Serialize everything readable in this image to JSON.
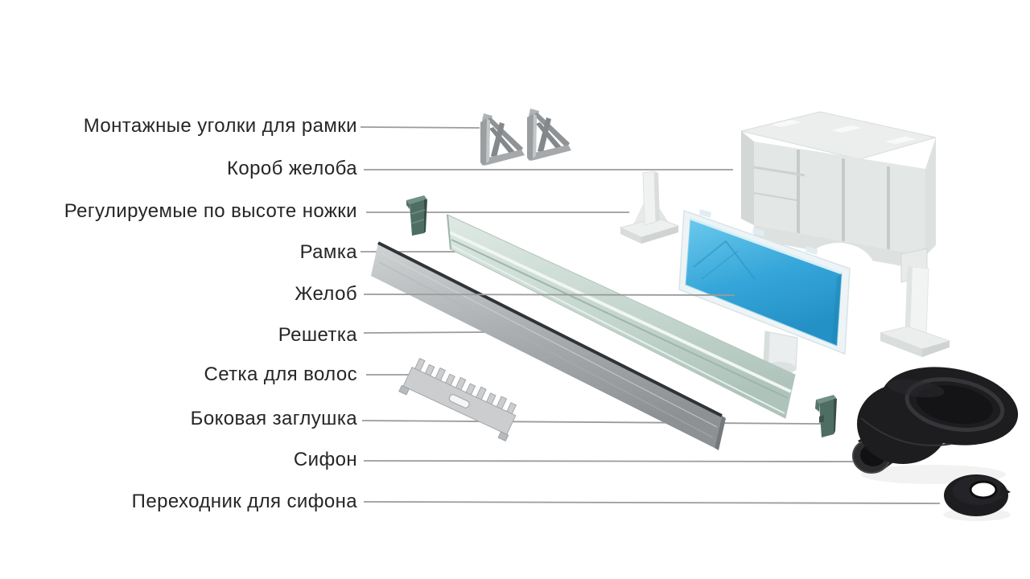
{
  "labels": [
    {
      "id": "mounting-corners",
      "text": "Монтажные уголки для рамки"
    },
    {
      "id": "channel-box",
      "text": "Короб желоба"
    },
    {
      "id": "adjustable-legs",
      "text": "Регулируемые по высоте ножки"
    },
    {
      "id": "frame",
      "text": "Рамка"
    },
    {
      "id": "channel",
      "text": "Желоб"
    },
    {
      "id": "grate",
      "text": "Решетка"
    },
    {
      "id": "hair-strainer",
      "text": "Сетка для волос"
    },
    {
      "id": "side-plug",
      "text": "Боковая заглушка"
    },
    {
      "id": "siphon",
      "text": "Сифон"
    },
    {
      "id": "siphon-adapter",
      "text": "Переходник для сифона"
    }
  ],
  "colors": {
    "label_text": "#262626",
    "leader_line": "#9b9b9b",
    "channel_blue": "#3aa9da",
    "frame_mint": "#c3d5cd",
    "grate_steel": "#a9adaf",
    "plug_green": "#4e6e64",
    "plastic_light": "#e9ebea",
    "siphon_black": "#1d1d20"
  }
}
